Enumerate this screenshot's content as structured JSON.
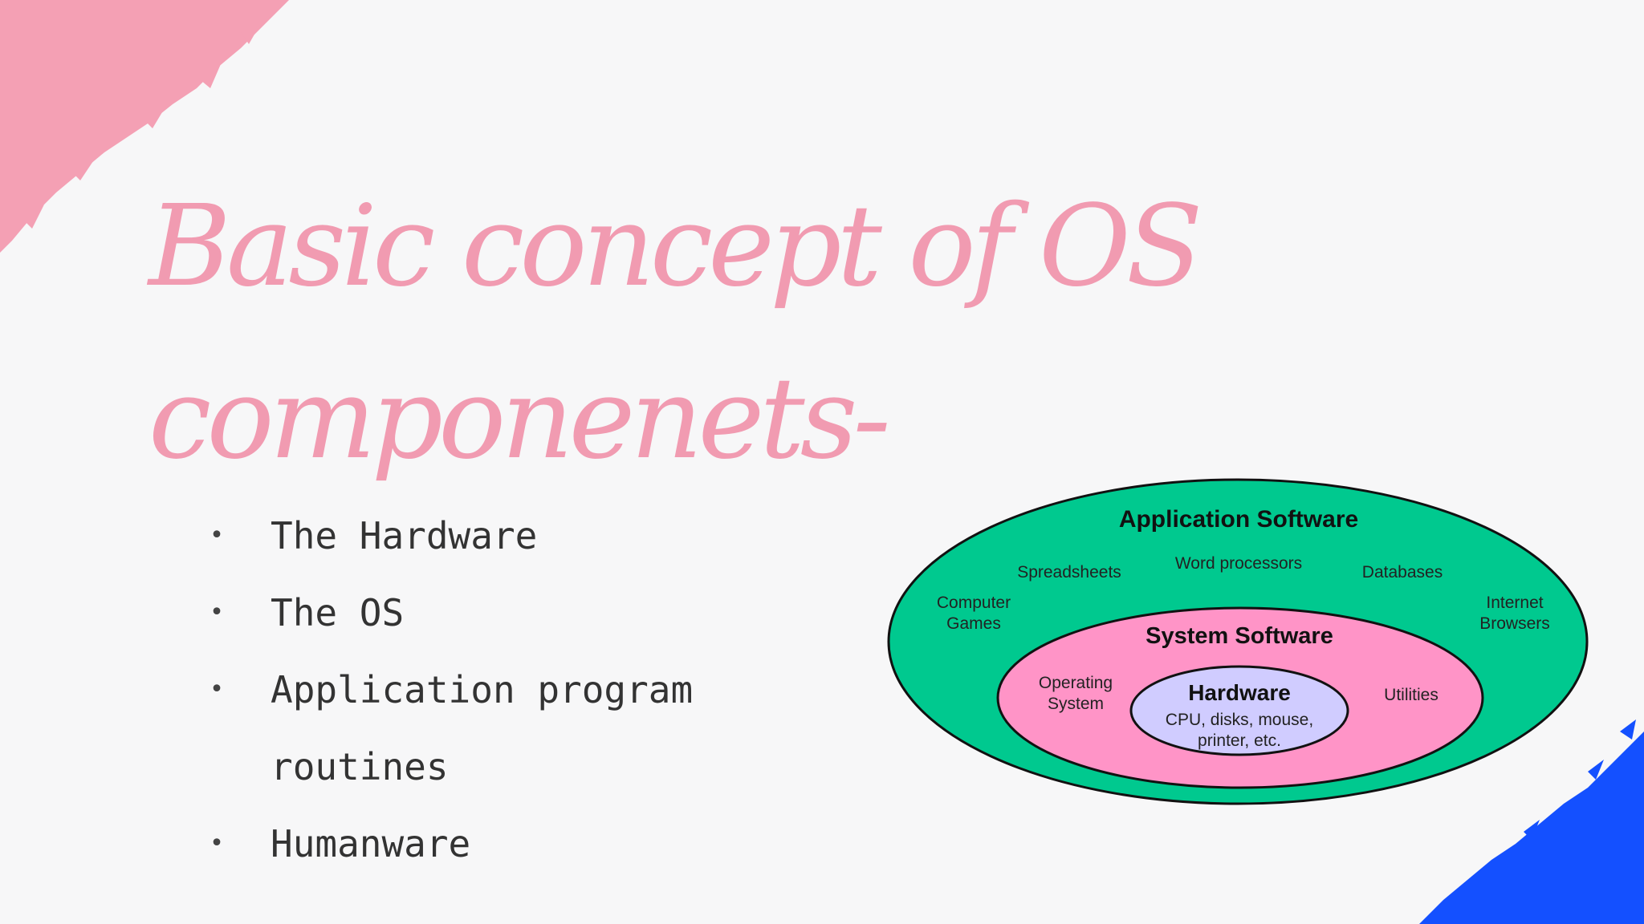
{
  "slide": {
    "title_line1": "Basic concept of OS",
    "title_line2": "componenets-",
    "colors": {
      "title": "#f19bb1",
      "accent_pink": "#f4a0b4",
      "accent_blue": "#1450ff",
      "background": "#f7f7f8"
    }
  },
  "bullets": [
    {
      "text": "The Hardware"
    },
    {
      "text": "The OS"
    },
    {
      "text": "Application program",
      "continuation": "routines"
    },
    {
      "text": "Humanware"
    }
  ],
  "diagram": {
    "outer": {
      "title": "Application Software",
      "items": [
        "Spreadsheets",
        "Word processors",
        "Databases"
      ],
      "left_item": [
        "Computer",
        "Games"
      ],
      "right_item": [
        "Internet",
        "Browsers"
      ],
      "color": "#00c98f"
    },
    "middle": {
      "title": "System Software",
      "left_item": [
        "Operating",
        "System"
      ],
      "right_item": "Utilities",
      "color": "#ff94c7"
    },
    "inner": {
      "title": "Hardware",
      "line1": "CPU, disks, mouse,",
      "line2": "printer, etc.",
      "color": "#d0ccff"
    }
  }
}
